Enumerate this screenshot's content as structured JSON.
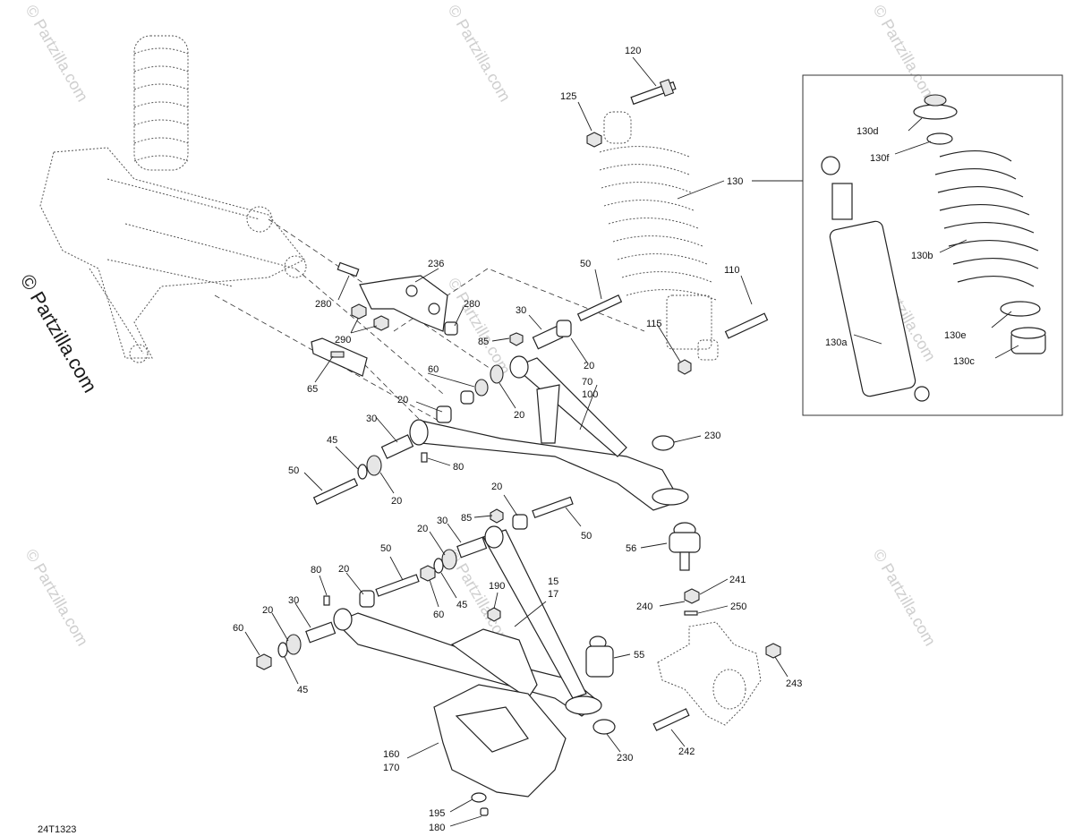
{
  "figure_code": "24T1323",
  "watermark_text": "© Partzilla.com",
  "callouts": {
    "c120": "120",
    "c125": "125",
    "c130": "130",
    "c130a": "130a",
    "c130b": "130b",
    "c130c": "130c",
    "c130d": "130d",
    "c130e": "130e",
    "c130f": "130f",
    "c236": "236",
    "c280a": "280",
    "c280b": "280",
    "c290": "290",
    "c65": "65",
    "c50a": "50",
    "c30a": "30",
    "c85a": "85",
    "c20a": "20",
    "c110": "110",
    "c115": "115",
    "c60a": "60",
    "c20b": "20",
    "c70": "70",
    "c100": "100",
    "c20c": "20",
    "c230a": "230",
    "c30b": "30",
    "c45a": "45",
    "c80a": "80",
    "c50b": "50",
    "c20d": "20",
    "c20e": "20",
    "c85b": "85",
    "c50c": "50",
    "c30c": "30",
    "c20f": "20",
    "c56": "56",
    "c50d": "50",
    "c80b": "80",
    "c20g": "20",
    "c15": "15",
    "c17": "17",
    "c190": "190",
    "c60b": "60",
    "c45b": "45",
    "c241": "241",
    "c240": "240",
    "c250": "250",
    "c30d": "30",
    "c20h": "20",
    "c60c": "60",
    "c45c": "45",
    "c55": "55",
    "c243": "243",
    "c160": "160",
    "c170": "170",
    "c230b": "230",
    "c242": "242",
    "c195": "195",
    "c180": "180"
  }
}
